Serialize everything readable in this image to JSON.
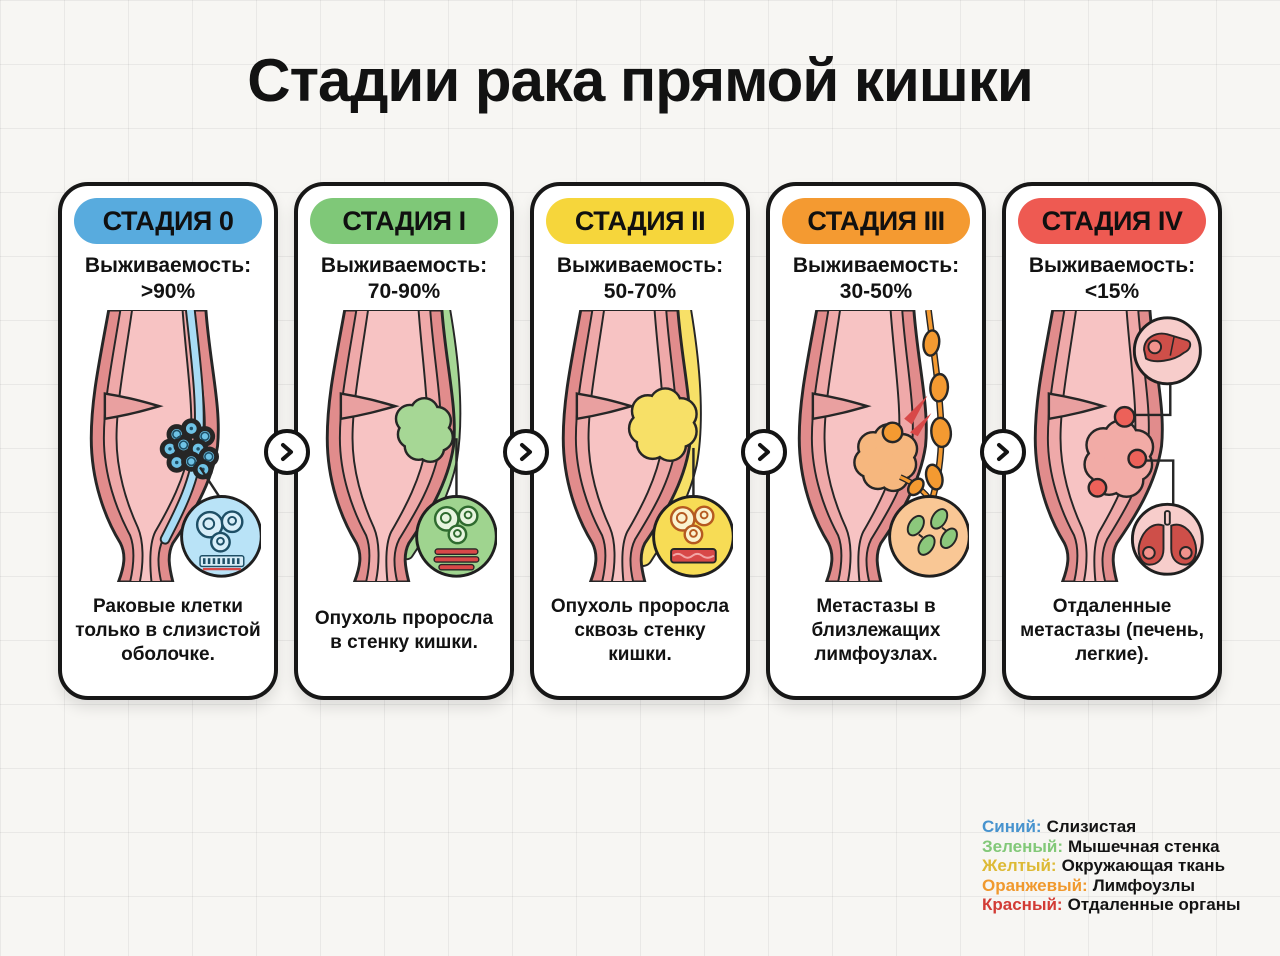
{
  "title": "Стадии рака прямой кишки",
  "icons": {
    "between_cards": "chevron-right-icon",
    "stage4_top": "liver-icon",
    "stage4_bottom": "lungs-icon"
  },
  "stages": [
    {
      "badge": "СТАДИЯ 0",
      "badge_color": "#58ABDE",
      "survival_label": "Выживаемость:",
      "survival_value": ">90%",
      "description": "Раковые клетки только в слизистой оболочке.",
      "illustration": "tumor-cells-in-mucosa"
    },
    {
      "badge": "СТАДИЯ I",
      "badge_color": "#7FC878",
      "survival_label": "Выживаемость:",
      "survival_value": "70-90%",
      "description": "Опухоль проросла в стенку кишки.",
      "illustration": "tumor-in-bowel-wall"
    },
    {
      "badge": "СТАДИЯ II",
      "badge_color": "#F6D63B",
      "survival_label": "Выживаемость:",
      "survival_value": "50-70%",
      "description": "Опухоль проросла сквозь стенку кишки.",
      "illustration": "tumor-through-wall"
    },
    {
      "badge": "СТАДИЯ III",
      "badge_color": "#F49A31",
      "survival_label": "Выживаемость:",
      "survival_value": "30-50%",
      "description": "Метастазы в близлежащих лимфоузлах.",
      "illustration": "lymph-node-metastases"
    },
    {
      "badge": "СТАДИЯ IV",
      "badge_color": "#EE5A52",
      "survival_label": "Выживаемость:",
      "survival_value": "<15%",
      "description": "Отдаленные метастазы (печень, легкие).",
      "illustration": "distant-metastases-liver-lungs"
    }
  ],
  "legend": [
    {
      "label": "Синий:",
      "color": "#4793CE",
      "text": "Слизистая"
    },
    {
      "label": "Зеленый:",
      "color": "#82C878",
      "text": "Мышечная стенка"
    },
    {
      "label": "Желтый:",
      "color": "#DDBA35",
      "text": "Окружающая ткань"
    },
    {
      "label": "Оранжевый:",
      "color": "#F0992E",
      "text": "Лимфоузлы"
    },
    {
      "label": "Красный:",
      "color": "#D23B35",
      "text": "Отдаленные органы"
    }
  ]
}
